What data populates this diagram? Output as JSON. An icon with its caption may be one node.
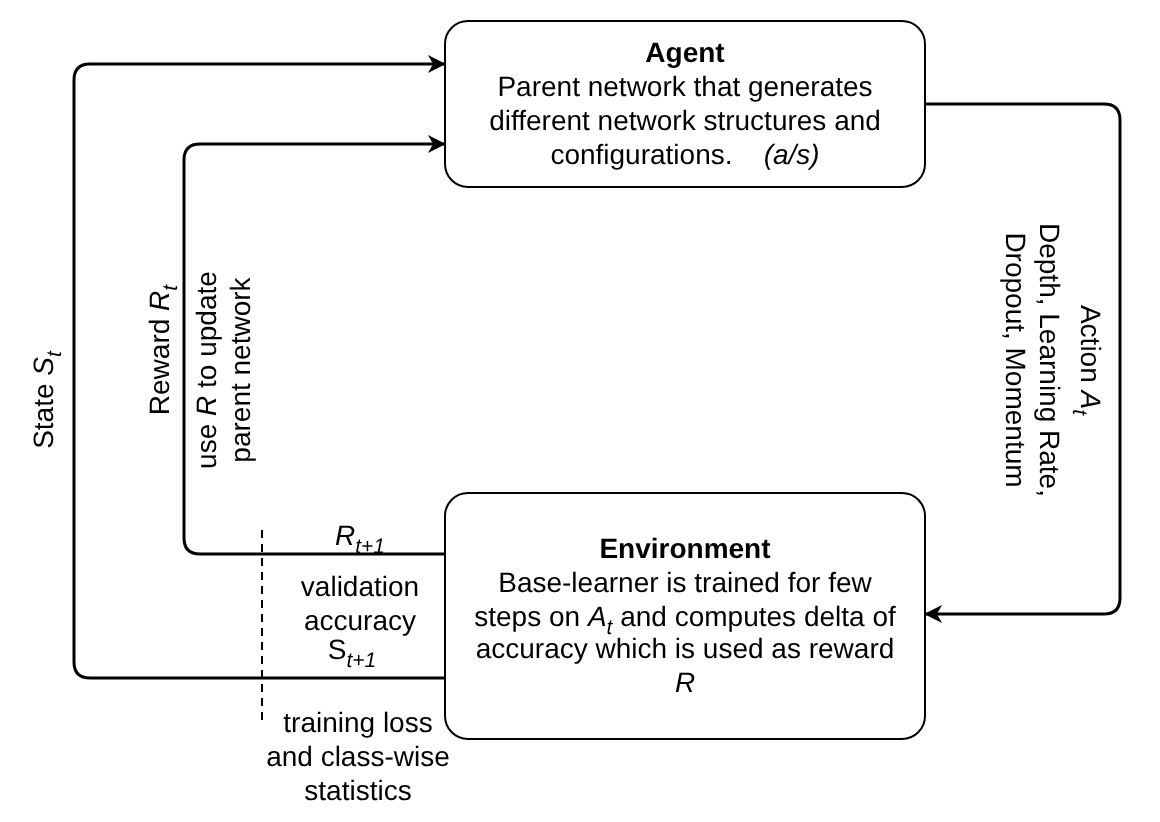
{
  "diagram": {
    "nodes": [
      {
        "text": [
          "Agent",
          "Parent network that generates different network structures and configurations.    *(a/s)*"
        ]
      },
      {
        "text": [
          "Environment",
          "Base-learner is trained for few steps on *A*$_{t}$ and computes delta of accuracy which is used as reward *R*"
        ]
      }
    ],
    "edges": [
      {
        "from": 0,
        "to": 1,
        "arrow": "to",
        "label": "Action *A*$_{t}$"
      },
      {
        "from": 1,
        "to": 0,
        "arrow": "to",
        "label": "Reward *R*$_{t}$"
      },
      {
        "from": 1,
        "to": 0,
        "arrow": "to",
        "label": "State *S*$_{t}$"
      }
    ],
    "labels": [
      "use *R* to update parent network",
      "Depth, Learning Rate, Dropout, Momentum",
      "*R*$_{t+1}$",
      "validation accuracy",
      "S$_{t+1}$",
      "training loss and class-wise statistics"
    ]
  }
}
